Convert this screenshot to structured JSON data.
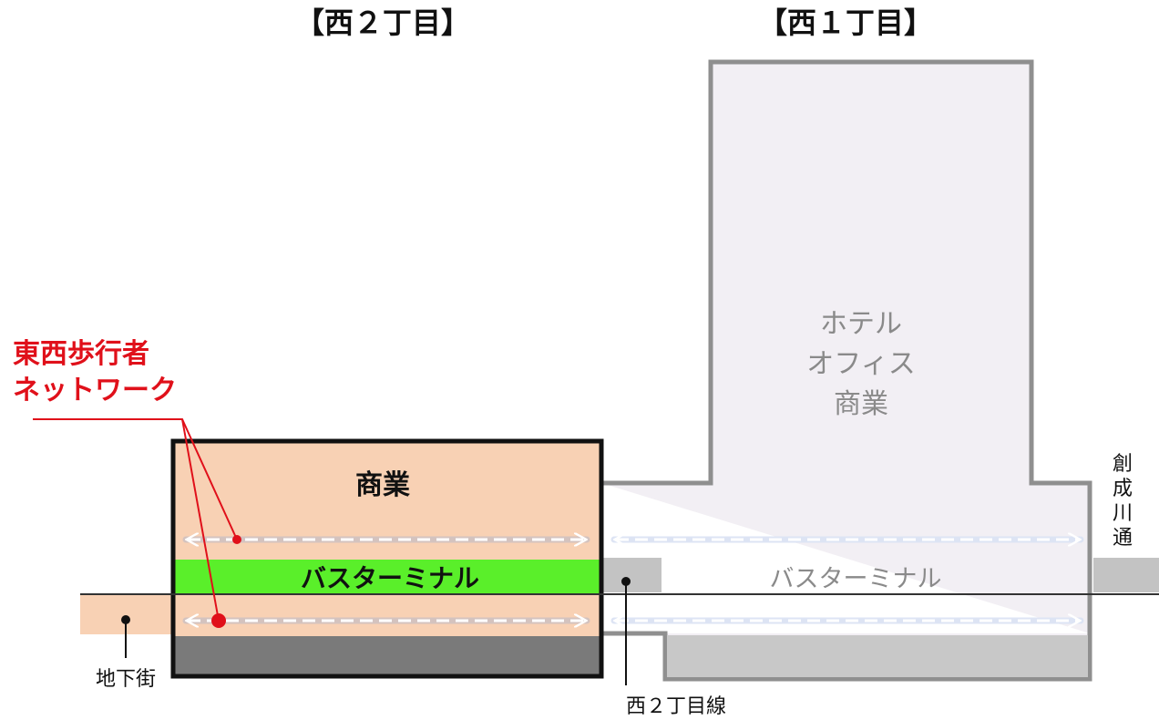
{
  "blocks": {
    "west2": {
      "heading": "【西２丁目】"
    },
    "west1": {
      "heading": "【西１丁目】"
    }
  },
  "west2_building": {
    "commercial_label": "商業",
    "bus_terminal_label": "バスターミナル",
    "colors": {
      "commercial": "#f8d1b4",
      "bus_terminal": "#5aef2a",
      "basement": "#7a7a7a",
      "outline": "#111111"
    }
  },
  "west1_building": {
    "tower_label_lines": [
      "ホテル",
      "オフィス",
      "商業"
    ],
    "bus_terminal_label": "バスターミナル",
    "colors": {
      "fill": "#f2eff4",
      "outline": "#8f8f8f",
      "basement": "#c8c8c8"
    }
  },
  "network_callout": {
    "label_lines": [
      "東西歩行者",
      "ネットワーク"
    ],
    "color": "#e0101a"
  },
  "labels": {
    "underground_mall": "地下街",
    "street_line": "西２丁目線",
    "river_street": "創成川通"
  }
}
